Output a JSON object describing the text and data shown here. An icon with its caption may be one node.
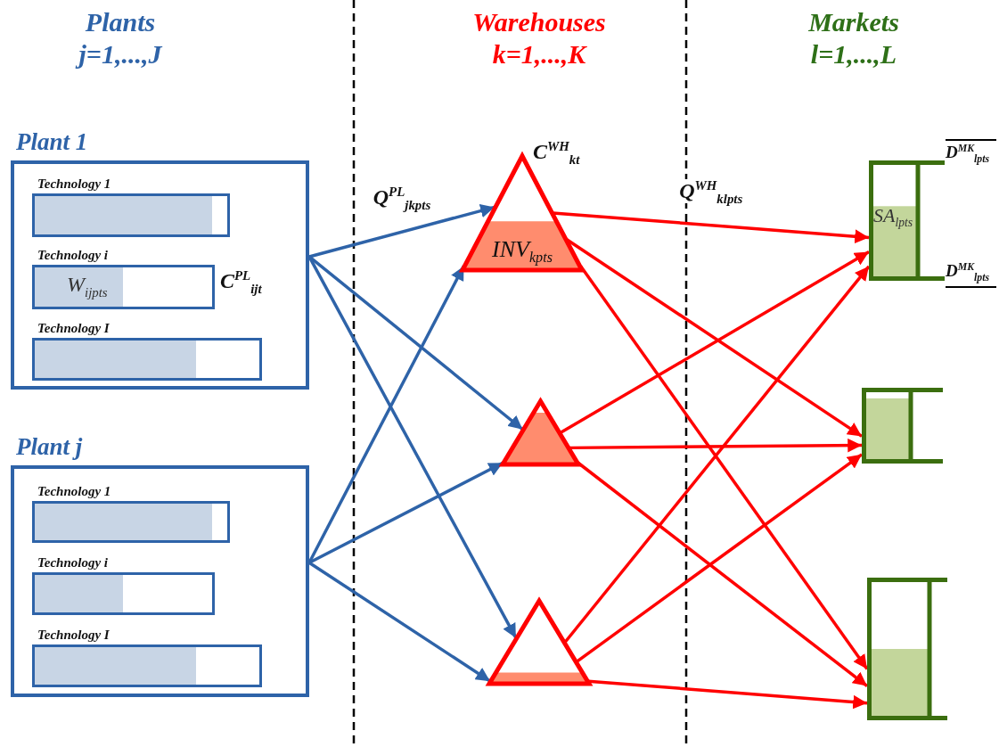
{
  "diagram": {
    "nodes": [
      {
        "text": [
          "Plant 1"
        ]
      },
      {
        "text": [
          "Technology 1"
        ],
        "in": 0
      },
      {
        "text": [
          "Technology i",
          "W$_{ijpts}$"
        ],
        "in": 0,
        "beside": [
          "C$^{PL}$$_{ijt}$"
        ]
      },
      {
        "text": [
          "Technology I"
        ],
        "in": 0
      },
      {
        "text": [
          "Plant j"
        ]
      },
      {
        "text": [
          "Technology 1"
        ],
        "in": 4
      },
      {
        "text": [
          "Technology i"
        ],
        "in": 4
      },
      {
        "text": [
          "Technology I"
        ],
        "in": 4
      },
      {
        "text": [
          "INV$_{kpts}$"
        ],
        "beside": [
          "C$^{WH}$$_{kt}$"
        ]
      },
      {
        "text": [],
        "shape": "triangle"
      },
      {
        "text": [],
        "shape": "triangle"
      },
      {
        "text": [
          "SA$_{lpts}$"
        ],
        "beside": [
          "D$^{MK}$$_{lpts}$",
          "D$^{MK}$$_{lpts}$"
        ]
      },
      {
        "text": [],
        "shape": "box"
      },
      {
        "text": [],
        "shape": "box"
      }
    ],
    "edges": [
      {
        "from": 0,
        "to": 8,
        "arrow": "to",
        "color": "#2e63a8",
        "label": "Q$^{PL}$$_{jkpts}$"
      },
      {
        "from": 0,
        "to": 9,
        "arrow": "to",
        "color": "#2e63a8"
      },
      {
        "from": 0,
        "to": 10,
        "arrow": "to",
        "color": "#2e63a8"
      },
      {
        "from": 4,
        "to": 8,
        "arrow": "to",
        "color": "#2e63a8"
      },
      {
        "from": 4,
        "to": 9,
        "arrow": "to",
        "color": "#2e63a8"
      },
      {
        "from": 4,
        "to": 10,
        "arrow": "to",
        "color": "#2e63a8"
      },
      {
        "from": 8,
        "to": 11,
        "arrow": "to",
        "label": "Q$^{WH}$$_{klpts}$"
      },
      {
        "from": 8,
        "to": 12,
        "arrow": "to"
      },
      {
        "from": 8,
        "to": 13,
        "arrow": "to"
      },
      {
        "from": 9,
        "to": 11,
        "arrow": "to"
      },
      {
        "from": 9,
        "to": 12,
        "arrow": "to"
      },
      {
        "from": 9,
        "to": 13,
        "arrow": "to"
      },
      {
        "from": 10,
        "to": 11,
        "arrow": "to"
      },
      {
        "from": 10,
        "to": 12,
        "arrow": "to"
      },
      {
        "from": 10,
        "to": 13,
        "arrow": "to"
      }
    ],
    "labels": [
      "Plants",
      "j=1,...,J",
      "Warehouses",
      "k=1,...,K",
      "Markets",
      "l=1,...,L"
    ]
  }
}
